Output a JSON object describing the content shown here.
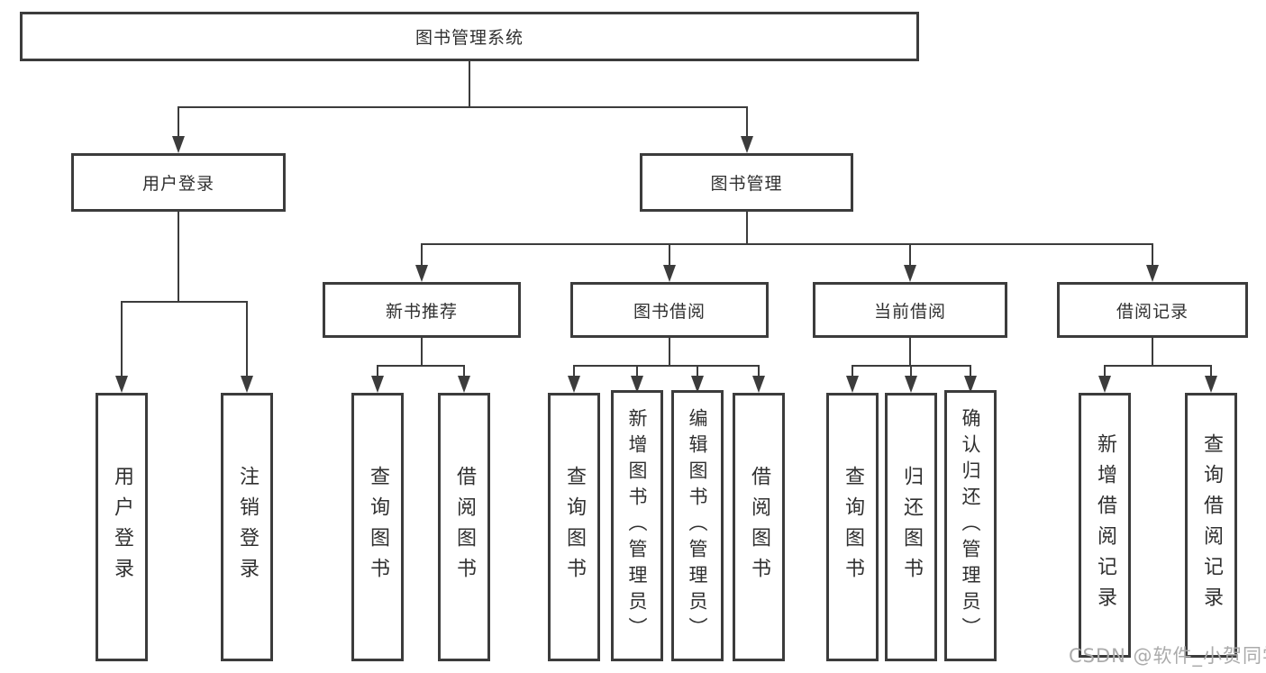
{
  "nodes": {
    "root": "图书管理系统",
    "user_login": "用户登录",
    "book_mgmt": "图书管理",
    "new_books": "新书推荐",
    "book_borrow": "图书借阅",
    "current_borrow": "当前借阅",
    "borrow_records": "借阅记录"
  },
  "leaves": {
    "user_login": [
      "用户登录",
      "注销登录"
    ],
    "new_books": [
      "查询图书",
      "借阅图书"
    ],
    "book_borrow": [
      "查询图书",
      "新增图书（管理员）",
      "编辑图书（管理员）",
      "借阅图书"
    ],
    "current_borrow": [
      "查询图书",
      "归还图书",
      "确认归还（管理员）"
    ],
    "borrow_records": [
      "新增借阅记录",
      "查询借阅记录"
    ]
  },
  "watermark": "CSDN @软件_小贺同学",
  "colors": {
    "line": "#3c3c3c",
    "text": "#303030",
    "background": "#ffffff",
    "watermark": "#ababab"
  }
}
